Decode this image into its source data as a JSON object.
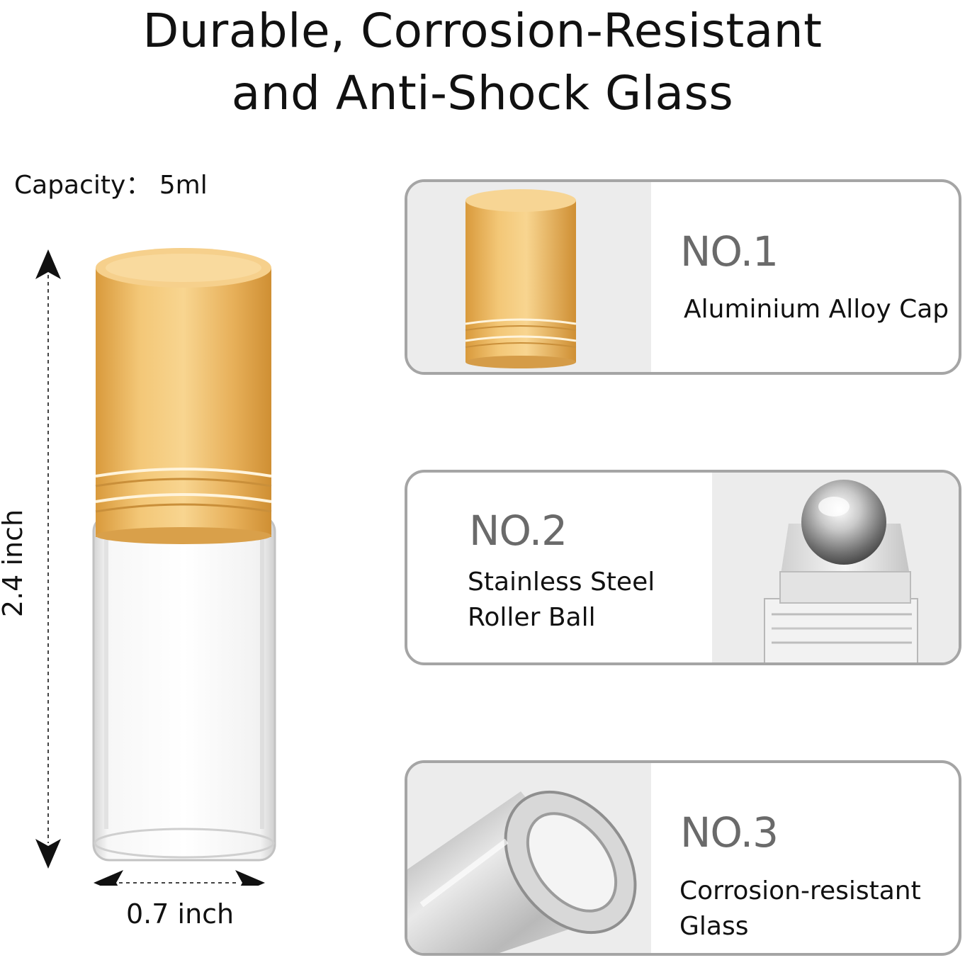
{
  "title": {
    "line1": "Durable, Corrosion-Resistant",
    "line2": "and Anti-Shock Glass"
  },
  "capacity": "Capacity：  5ml",
  "dimensions": {
    "height": "2.4 inch",
    "width": "0.7 inch"
  },
  "colors": {
    "gold": "#e6ae4c",
    "card_border": "#a5a5a5",
    "number_gray": "#6a6a6a"
  },
  "features": [
    {
      "number": "NO.1",
      "lines": [
        "Aluminium Alloy Cap"
      ]
    },
    {
      "number": "NO.2",
      "lines": [
        "Stainless Steel",
        "Roller Ball"
      ]
    },
    {
      "number": "NO.3",
      "lines": [
        "Corrosion-resistant",
        "Glass"
      ]
    }
  ]
}
